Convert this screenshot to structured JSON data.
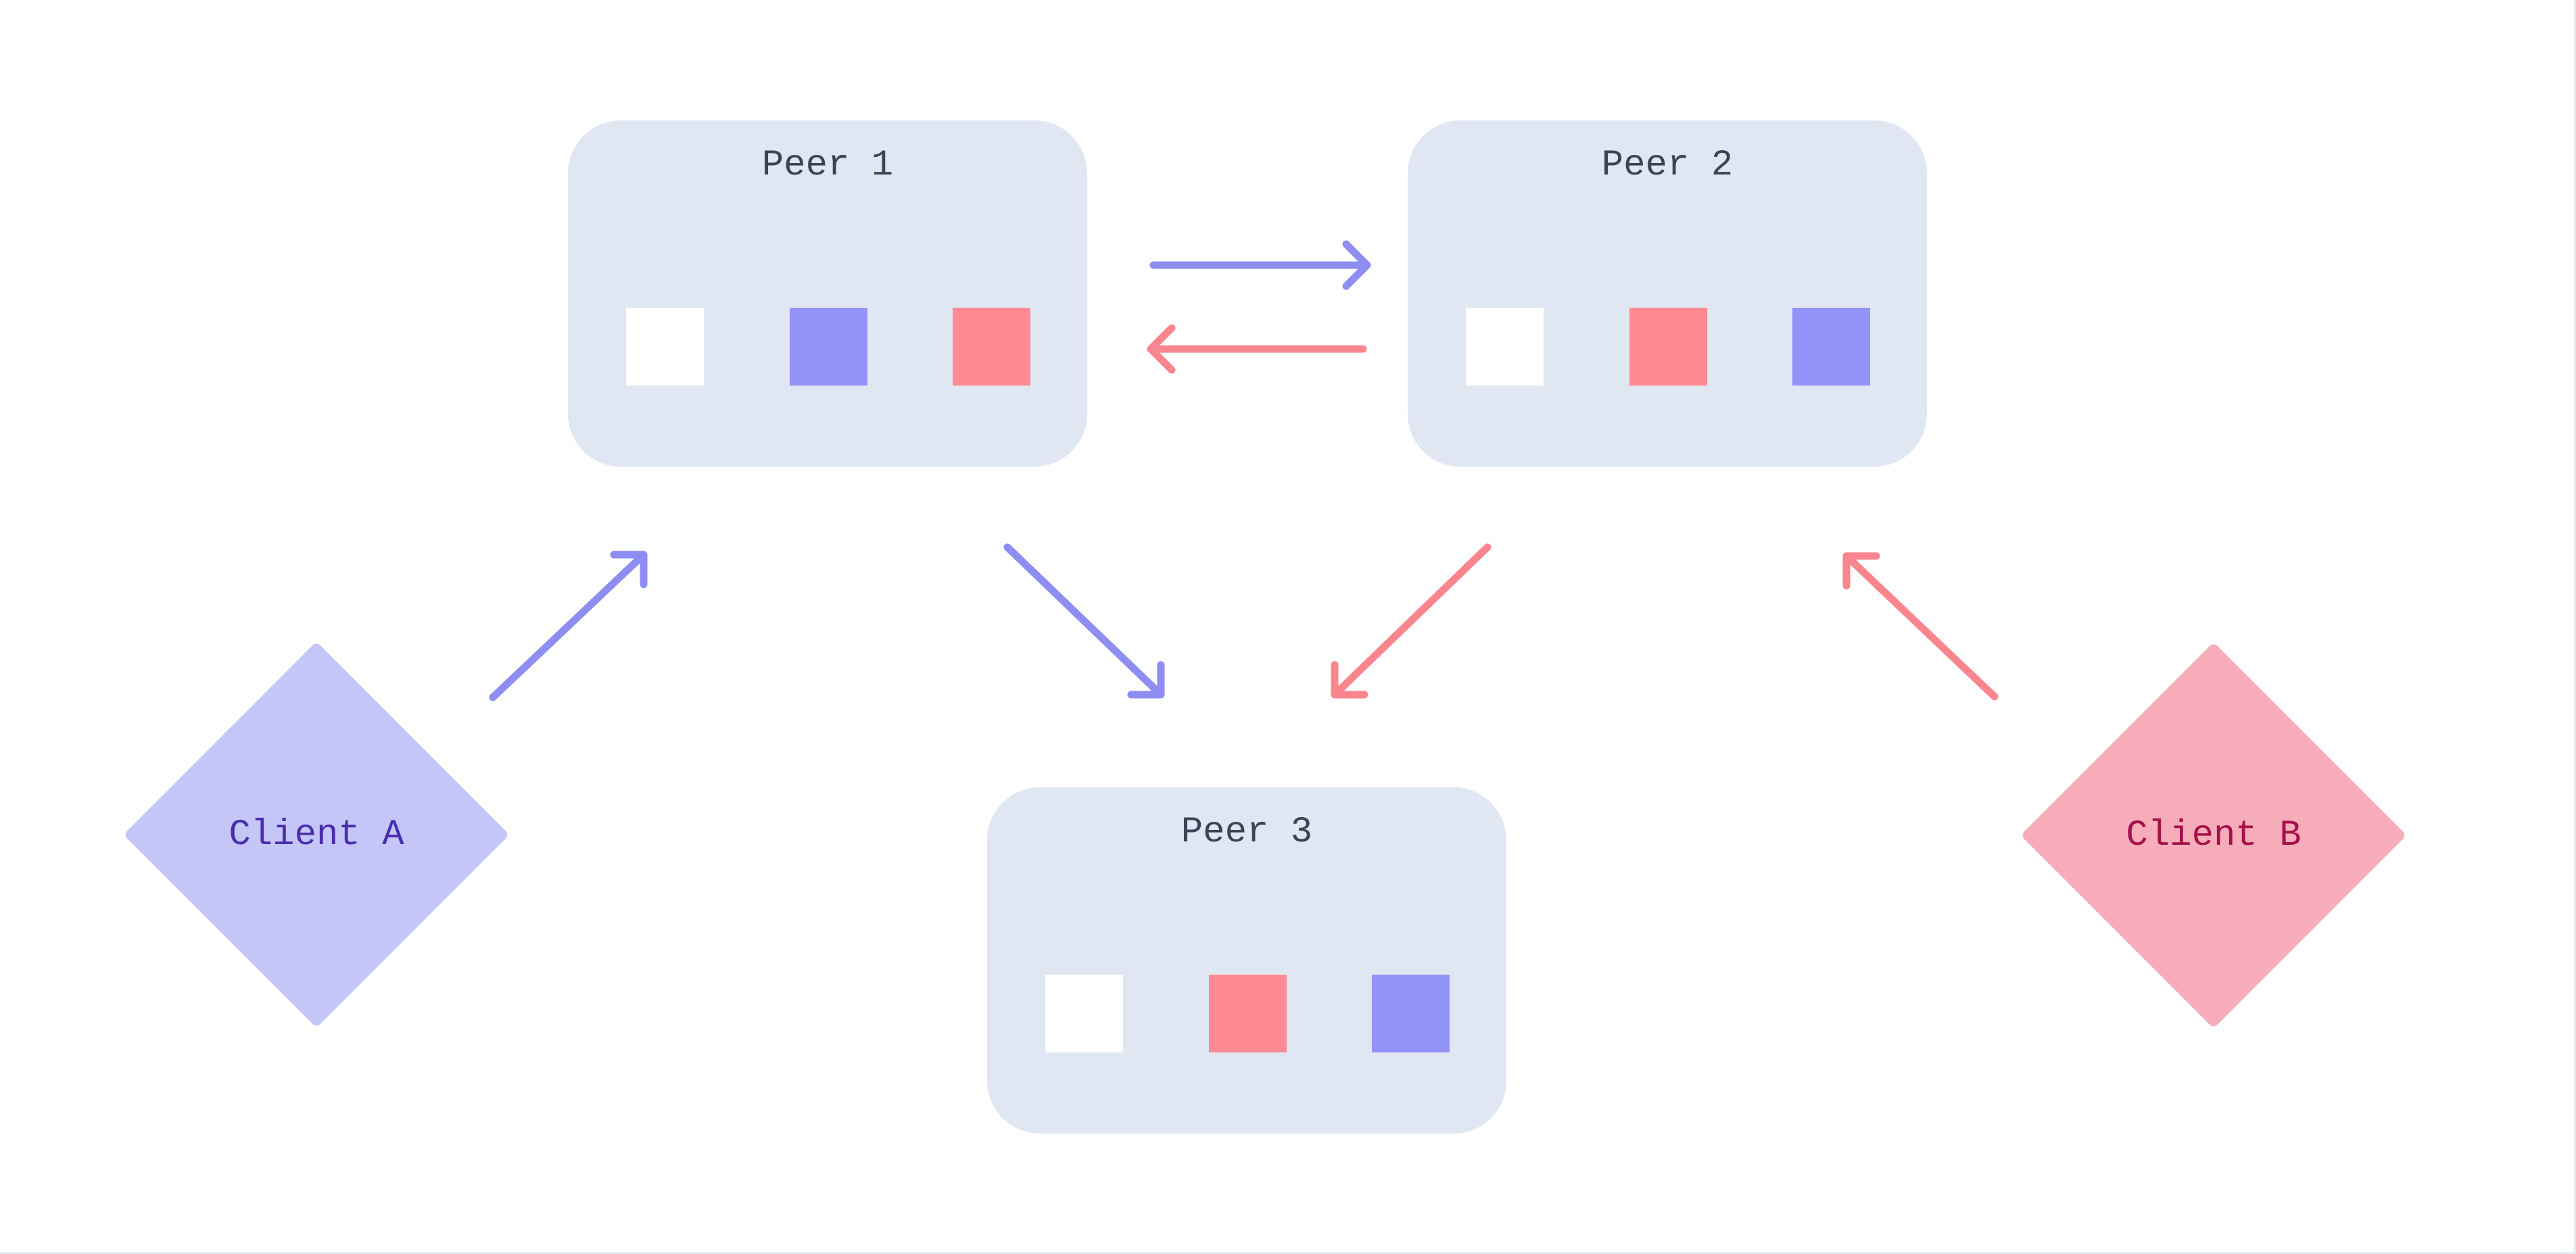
{
  "diagram": {
    "description": "Peer-to-peer replication diagram with three peers exchanging changes and two clients"
  },
  "colors": {
    "background": "#ffffff",
    "frame_border": "#e6eaf3",
    "peer_box_bg": "#e1e6f3",
    "peer_title": "#3b4356",
    "flow_arrow": "#8a90a1",
    "purple_accent": "#8d8df2",
    "red_accent": "#f9858f",
    "purple_cell": "#9393f8",
    "red_cell": "#ff8a93",
    "white_cell": "#ffffff"
  },
  "peers": [
    {
      "id": "peer-1",
      "title": "Peer 1",
      "cells": [
        {
          "label": "empty state",
          "color": "#ffffff"
        },
        {
          "label": "purple change",
          "color": "#9393f8"
        },
        {
          "label": "red change",
          "color": "#ff8a93"
        }
      ]
    },
    {
      "id": "peer-2",
      "title": "Peer 2",
      "cells": [
        {
          "label": "empty state",
          "color": "#ffffff"
        },
        {
          "label": "red change",
          "color": "#ff8a93"
        },
        {
          "label": "purple change",
          "color": "#9393f8"
        }
      ]
    },
    {
      "id": "peer-3",
      "title": "Peer 3",
      "cells": [
        {
          "label": "empty state",
          "color": "#ffffff"
        },
        {
          "label": "red change",
          "color": "#ff8a93"
        },
        {
          "label": "purple change",
          "color": "#9393f8"
        }
      ]
    }
  ],
  "clients": [
    {
      "id": "client-a",
      "label": "Client A",
      "fill": "#c5c6f8",
      "text_color": "#4b2eae"
    },
    {
      "id": "client-b",
      "label": "Client B",
      "fill": "#f6adb9",
      "text_color": "#a5104a"
    }
  ],
  "edges": [
    {
      "id": "client-a-to-peer-1",
      "from": "Client A",
      "to": "Peer 1",
      "color": "#8d8df2"
    },
    {
      "id": "peer-1-to-peer-2",
      "from": "Peer 1",
      "to": "Peer 2",
      "color": "#8d8df2"
    },
    {
      "id": "peer-2-to-peer-1",
      "from": "Peer 2",
      "to": "Peer 1",
      "color": "#f9858f"
    },
    {
      "id": "peer-1-to-peer-3",
      "from": "Peer 1",
      "to": "Peer 3",
      "color": "#8d8df2"
    },
    {
      "id": "peer-2-to-peer-3",
      "from": "Peer 2",
      "to": "Peer 3",
      "color": "#f9858f"
    },
    {
      "id": "client-b-to-peer-2",
      "from": "Client B",
      "to": "Peer 2",
      "color": "#f9858f"
    }
  ]
}
